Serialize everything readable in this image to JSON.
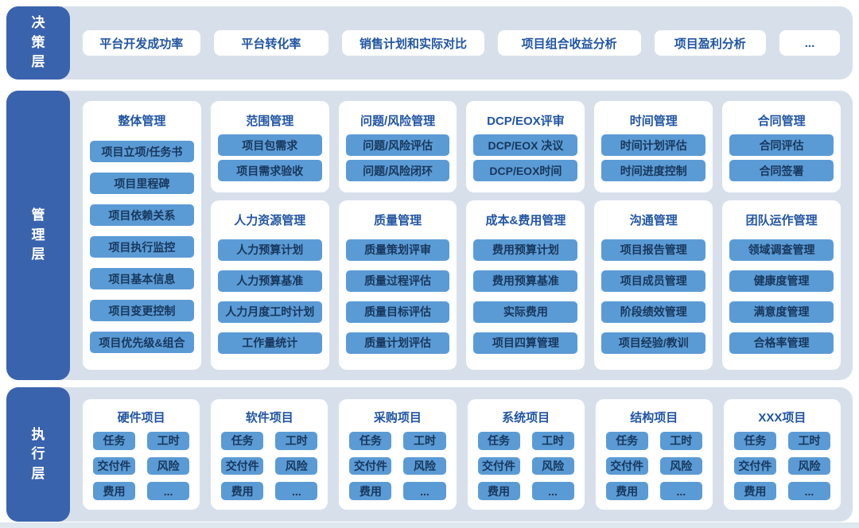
{
  "diagram": {
    "decision": {
      "label": "决策层",
      "pills": [
        "平台开发成功率",
        "平台转化率",
        "销售计划和实际对比",
        "项目组合收益分析",
        "项目盈利分析",
        "..."
      ]
    },
    "management": {
      "label": "管理层",
      "columns": [
        {
          "cards": [
            {
              "title": "整体管理",
              "items": [
                "项目立项/任务书",
                "项目里程碑",
                "项目依赖关系",
                "项目执行监控",
                "项目基本信息",
                "项目变更控制",
                "项目优先级&组合"
              ]
            }
          ]
        },
        {
          "cards": [
            {
              "title": "范围管理",
              "items": [
                "项目包需求",
                "项目需求验收"
              ]
            },
            {
              "title": "人力资源管理",
              "items": [
                "人力预算计划",
                "人力预算基准",
                "人力月度工时计划",
                "工作量统计"
              ]
            }
          ]
        },
        {
          "cards": [
            {
              "title": "问题/风险管理",
              "items": [
                "问题/风险评估",
                "问题/风险闭环"
              ]
            },
            {
              "title": "质量管理",
              "items": [
                "质量策划评审",
                "质量过程评估",
                "质量目标评估",
                "质量计划评估"
              ]
            }
          ]
        },
        {
          "cards": [
            {
              "title": "DCP/EOX评审",
              "items": [
                "DCP/EOX 决议",
                "DCP/EOX时间"
              ]
            },
            {
              "title": "成本&费用管理",
              "items": [
                "费用预算计划",
                "费用预算基准",
                "实际费用",
                "项目四算管理"
              ]
            }
          ]
        },
        {
          "cards": [
            {
              "title": "时间管理",
              "items": [
                "时间计划评估",
                "时间进度控制"
              ]
            },
            {
              "title": "沟通管理",
              "items": [
                "项目报告管理",
                "项目成员管理",
                "阶段绩效管理",
                "项目经验/教训"
              ]
            }
          ]
        },
        {
          "cards": [
            {
              "title": "合同管理",
              "items": [
                "合同评估",
                "合同签署"
              ]
            },
            {
              "title": "团队运作管理",
              "items": [
                "领域调查管理",
                "健康度管理",
                "满意度管理",
                "合格率管理"
              ]
            }
          ]
        }
      ]
    },
    "execution": {
      "label": "执行层",
      "projects": [
        {
          "title": "硬件项目",
          "items": [
            "任务",
            "工时",
            "交付件",
            "风险",
            "费用",
            "..."
          ]
        },
        {
          "title": "软件项目",
          "items": [
            "任务",
            "工时",
            "交付件",
            "风险",
            "费用",
            "..."
          ]
        },
        {
          "title": "采购项目",
          "items": [
            "任务",
            "工时",
            "交付件",
            "风险",
            "费用",
            "..."
          ]
        },
        {
          "title": "系统项目",
          "items": [
            "任务",
            "工时",
            "交付件",
            "风险",
            "费用",
            "..."
          ]
        },
        {
          "title": "结构项目",
          "items": [
            "任务",
            "工时",
            "交付件",
            "风险",
            "费用",
            "..."
          ]
        },
        {
          "title": "XXX项目",
          "items": [
            "任务",
            "工时",
            "交付件",
            "风险",
            "费用",
            "..."
          ]
        }
      ]
    }
  },
  "colors": {
    "layer_label_bg": "#3a63ae",
    "band_bg": "#d7e0ea",
    "card_bg": "#ffffff",
    "module_bg": "#5b9bd5",
    "title_text": "#2155a3",
    "module_text": "#17375c",
    "layer_label_text": "#ffffff",
    "bottom_strip": "#dfe7ef"
  }
}
